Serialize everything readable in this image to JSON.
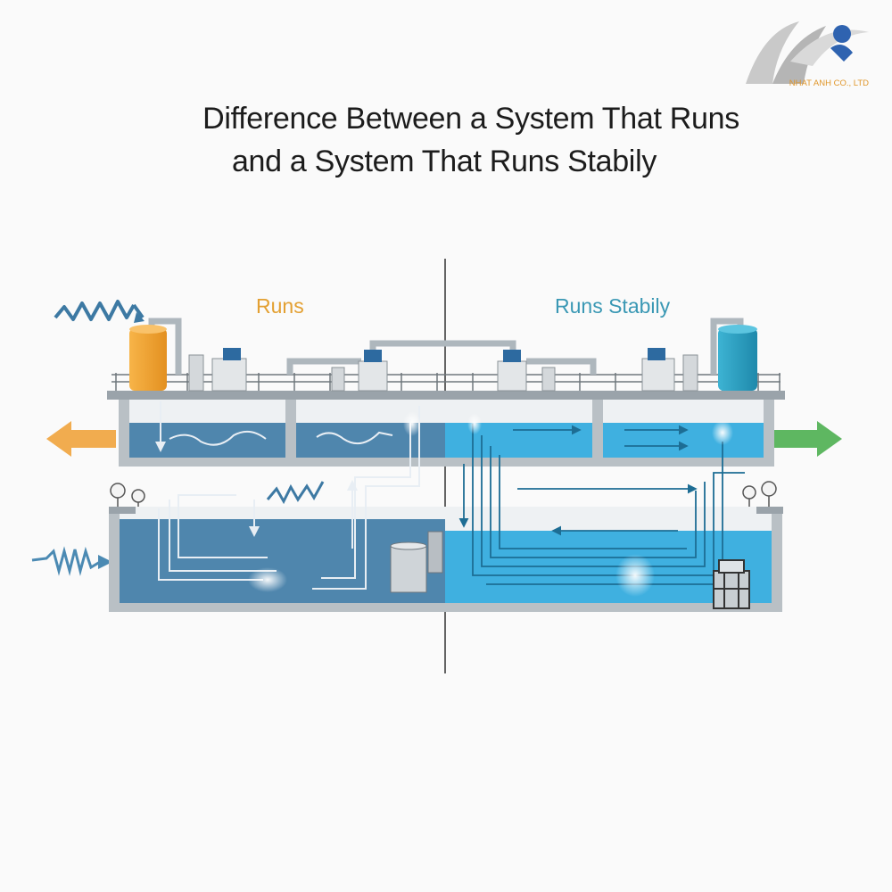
{
  "title": {
    "line1": "Difference Between a System That Runs",
    "line2": "and a System That Runs Stabily"
  },
  "logo": {
    "company": "NHAT ANH CO., LTD"
  },
  "panels": {
    "left_label": "Runs",
    "right_label": "Runs Stabily"
  },
  "colors": {
    "runs_accent": "#e3a032",
    "stable_accent": "#3a98b4",
    "water_dark": "#4f86ad",
    "water_light": "#3fb0e0",
    "output_arrow_left": "#f0a33c",
    "output_arrow_right": "#4caf50"
  }
}
